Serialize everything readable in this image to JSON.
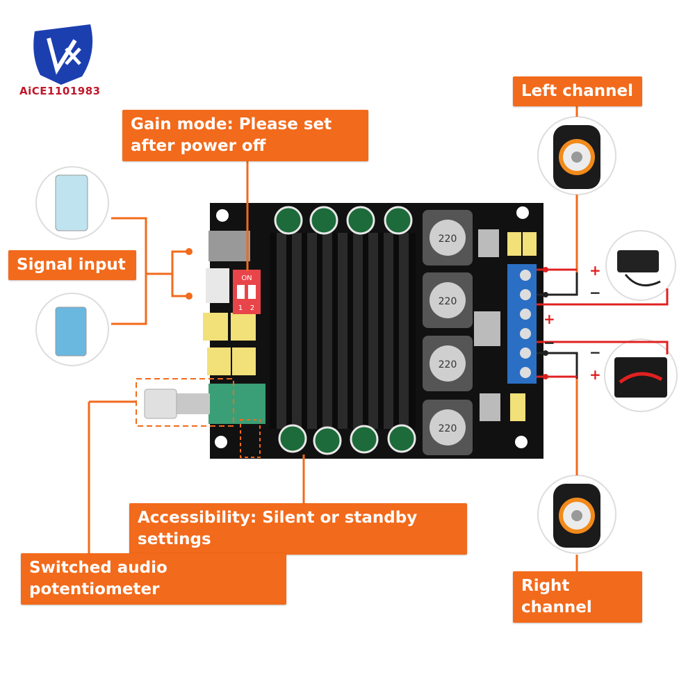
{
  "brand": {
    "logo_text": "AiCE1101983"
  },
  "labels": {
    "gain_mode": "Gain mode: Please set after power off",
    "signal_input": "Signal input",
    "left_channel": "Left channel",
    "right_channel": "Right channel",
    "accessibility": "Accessibility: Silent or standby settings",
    "potentiometer": "Switched audio potentiometer"
  },
  "board": {
    "dip_on": "ON",
    "dip_1": "1",
    "dip_2": "2",
    "inductor_value": "220"
  },
  "terminals": {
    "plus": "+",
    "minus": "−"
  },
  "colors": {
    "accent": "#f26a1b",
    "board": "#111111",
    "terminal": "#2b6fc4",
    "wire_red": "#e02020"
  }
}
